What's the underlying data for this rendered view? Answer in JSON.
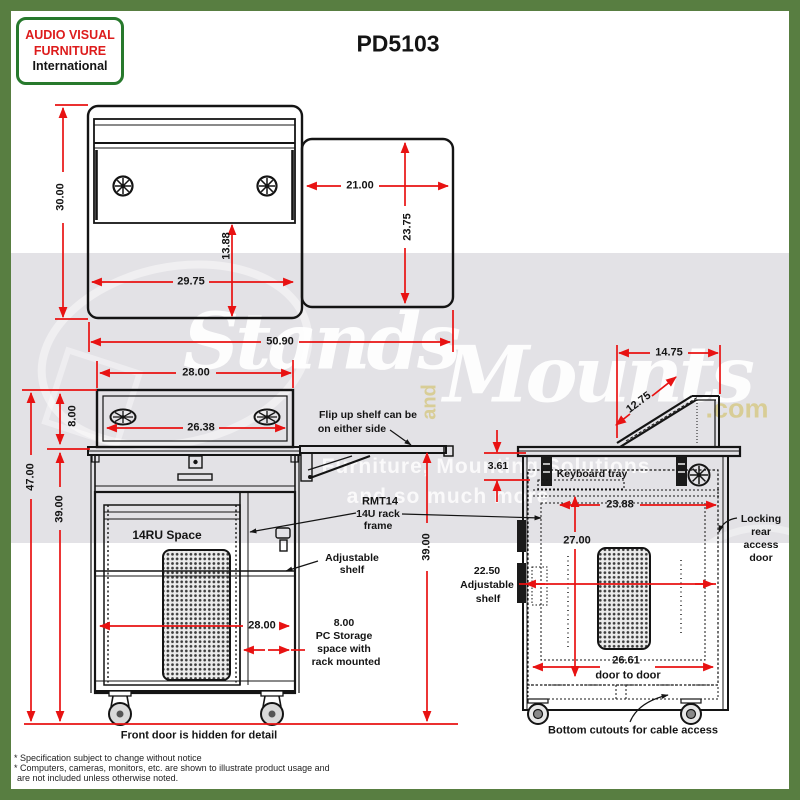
{
  "frame": {
    "title": "PD5103"
  },
  "logo": {
    "line1": "AUDIO VISUAL",
    "line2": "FURNITURE",
    "line3": "International"
  },
  "watermark": {
    "script_left": "Stands",
    "conjunction": "and",
    "script_right": "Mounts",
    "suffix": ".com",
    "tagline1": "Furniture, Mounting Solutions",
    "tagline2": "and so much more"
  },
  "top_view": {
    "depth": "30.00",
    "surface_setback": "13.88",
    "surface_width": "29.75",
    "overall_width": "50.90",
    "shelf_width": "21.00",
    "shelf_depth": "23.75"
  },
  "front_view": {
    "top_width": "28.00",
    "hood_height": "8.00",
    "hood_opening": "26.38",
    "overall_height": "47.00",
    "worksurface_height": "39.00",
    "rack_space": "14RU Space",
    "interior_width": "28.00",
    "caption": "Front door is hidden for detail"
  },
  "callouts": {
    "flip_line1": "Flip up shelf can be",
    "flip_line2": "on either side",
    "rack_model": "RMT14",
    "rack_line2": "14U rack",
    "rack_line3": "frame",
    "shelf_line1": "Adjustable",
    "shelf_line2": "shelf",
    "rack_height": "39.00",
    "pc_dim": "8.00",
    "pc_line1": "PC Storage",
    "pc_line2": "space with",
    "pc_line3": "rack mounted"
  },
  "side_view": {
    "top_depth": "14.75",
    "slant_length": "12.75",
    "tray_drop": "3.61",
    "keyboard_tray": "Keyboard tray",
    "interior_depth": "23.88",
    "interior_height": "27.00",
    "shelf_depth": "22.50",
    "shelf_line1": "Adjustable",
    "shelf_line2": "shelf",
    "door_width": "26.61",
    "door_caption": "door to door",
    "lock_line1": "Locking",
    "lock_line2": "rear",
    "lock_line3": "access",
    "lock_line4": "door",
    "caption": "Bottom cutouts for cable access"
  },
  "footnotes": {
    "line1": "* Specification subject to change without notice",
    "line2": "* Computers, cameras, monitors, etc. are shown to illustrate product usage and",
    "line3": "are not included unless otherwise noted."
  },
  "colors": {
    "frame_green": "#587e41",
    "dimension_red": "#e81212",
    "logo_red": "#dd1c1c",
    "logo_green": "#27792c",
    "watermark_band": "#e3e2e6",
    "watermark_gold": "#d8cd96"
  }
}
